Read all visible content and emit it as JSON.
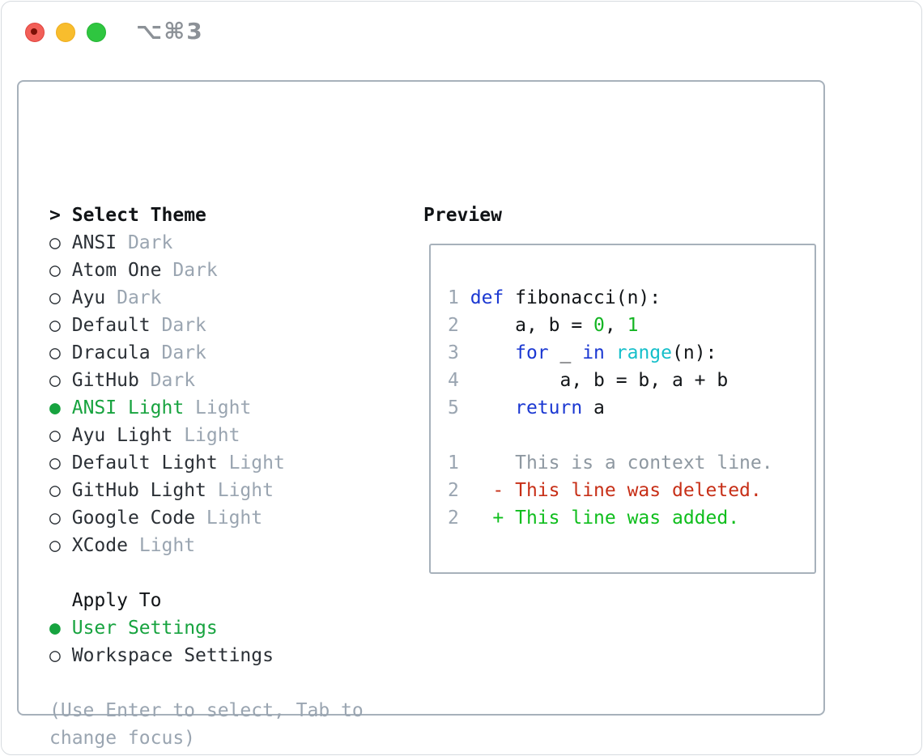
{
  "window": {
    "title": "⌥⌘3"
  },
  "theme_panel": {
    "prompt": ">",
    "title": "Select Theme",
    "items": [
      {
        "name": "ANSI",
        "variant": "Dark",
        "selected": false
      },
      {
        "name": "Atom One",
        "variant": "Dark",
        "selected": false
      },
      {
        "name": "Ayu",
        "variant": "Dark",
        "selected": false
      },
      {
        "name": "Default",
        "variant": "Dark",
        "selected": false
      },
      {
        "name": "Dracula",
        "variant": "Dark",
        "selected": false
      },
      {
        "name": "GitHub",
        "variant": "Dark",
        "selected": false
      },
      {
        "name": "ANSI Light",
        "variant": "Light",
        "selected": true
      },
      {
        "name": "Ayu Light",
        "variant": "Light",
        "selected": false
      },
      {
        "name": "Default Light",
        "variant": "Light",
        "selected": false
      },
      {
        "name": "GitHub Light",
        "variant": "Light",
        "selected": false
      },
      {
        "name": "Google Code",
        "variant": "Light",
        "selected": false
      },
      {
        "name": "XCode",
        "variant": "Light",
        "selected": false
      }
    ],
    "apply_to": {
      "title": "Apply To",
      "options": [
        {
          "name": "User Settings",
          "selected": true
        },
        {
          "name": "Workspace Settings",
          "selected": false
        }
      ]
    },
    "help_lines": [
      "(Use Enter to select, Tab to",
      "change focus)"
    ]
  },
  "preview": {
    "title": "Preview",
    "code_lines": [
      {
        "num": "1",
        "segments": [
          {
            "text": "def",
            "style": "keyword"
          },
          {
            "text": " fibonacci(n):",
            "style": "plain"
          }
        ]
      },
      {
        "num": "2",
        "segments": [
          {
            "text": "    a, b = ",
            "style": "plain"
          },
          {
            "text": "0",
            "style": "number"
          },
          {
            "text": ", ",
            "style": "plain"
          },
          {
            "text": "1",
            "style": "number"
          }
        ]
      },
      {
        "num": "3",
        "segments": [
          {
            "text": "    ",
            "style": "plain"
          },
          {
            "text": "for",
            "style": "keyword"
          },
          {
            "text": " _ ",
            "style": "plain"
          },
          {
            "text": "in",
            "style": "keyword"
          },
          {
            "text": " ",
            "style": "plain"
          },
          {
            "text": "range",
            "style": "builtin"
          },
          {
            "text": "(n):",
            "style": "plain"
          }
        ]
      },
      {
        "num": "4",
        "segments": [
          {
            "text": "        a, b = b, a + b",
            "style": "plain"
          }
        ]
      },
      {
        "num": "5",
        "segments": [
          {
            "text": "    ",
            "style": "plain"
          },
          {
            "text": "return",
            "style": "keyword"
          },
          {
            "text": " a",
            "style": "plain"
          }
        ]
      },
      {
        "num": "",
        "segments": []
      },
      {
        "num": "1",
        "segments": [
          {
            "text": "    This is a context line.",
            "style": "context"
          }
        ]
      },
      {
        "num": "2",
        "segments": [
          {
            "text": "  - This line was deleted.",
            "style": "deleted"
          }
        ]
      },
      {
        "num": "2",
        "segments": [
          {
            "text": "  + This line was added.",
            "style": "added"
          }
        ]
      }
    ]
  },
  "colors": {
    "accent_green": "#17a33f",
    "keyword": "#1b38d2",
    "builtin": "#15bfca",
    "number": "#14b523",
    "added_green": "#0fbe1d",
    "deleted_red": "#c72f17",
    "context_gray": "#8e98a1",
    "muted": "#9aa5b1",
    "text_dark": "#2b3036",
    "title_black": "#101316",
    "code_plain": "#121518",
    "border": "#a7b1bb",
    "titlebar_text": "#8c9197",
    "traffic_red": "#f25f58",
    "traffic_red_dot": "#7c1007",
    "traffic_yellow": "#f8bd2d",
    "traffic_green": "#2fc640"
  }
}
